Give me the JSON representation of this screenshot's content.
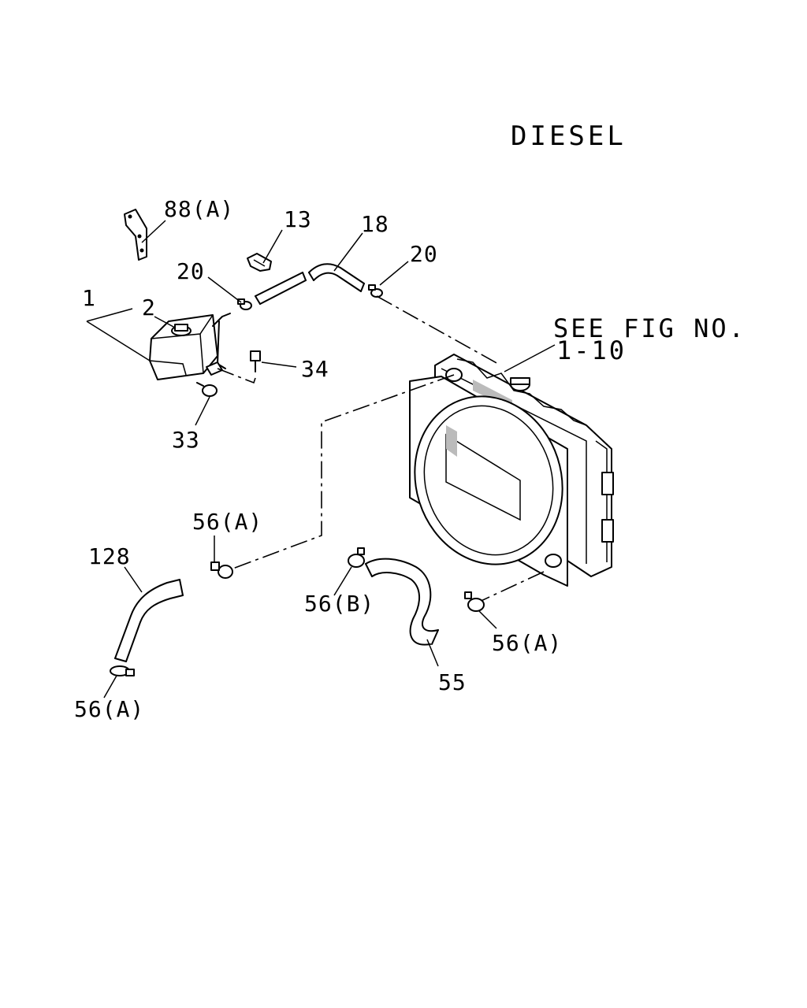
{
  "header": {
    "variant": "DIESEL"
  },
  "reference": {
    "line1": "SEE FIG NO.",
    "line2": "1-10"
  },
  "callouts": {
    "c1": "1",
    "c2": "2",
    "c88a": "88(A)",
    "c13": "13",
    "c18": "18",
    "c20_left": "20",
    "c20_right": "20",
    "c34": "34",
    "c33": "33",
    "c56a_upper": "56(A)",
    "c128": "128",
    "c56a_lower": "56(A)",
    "c56b": "56(B)",
    "c55": "55",
    "c56a_right": "56(A)"
  }
}
